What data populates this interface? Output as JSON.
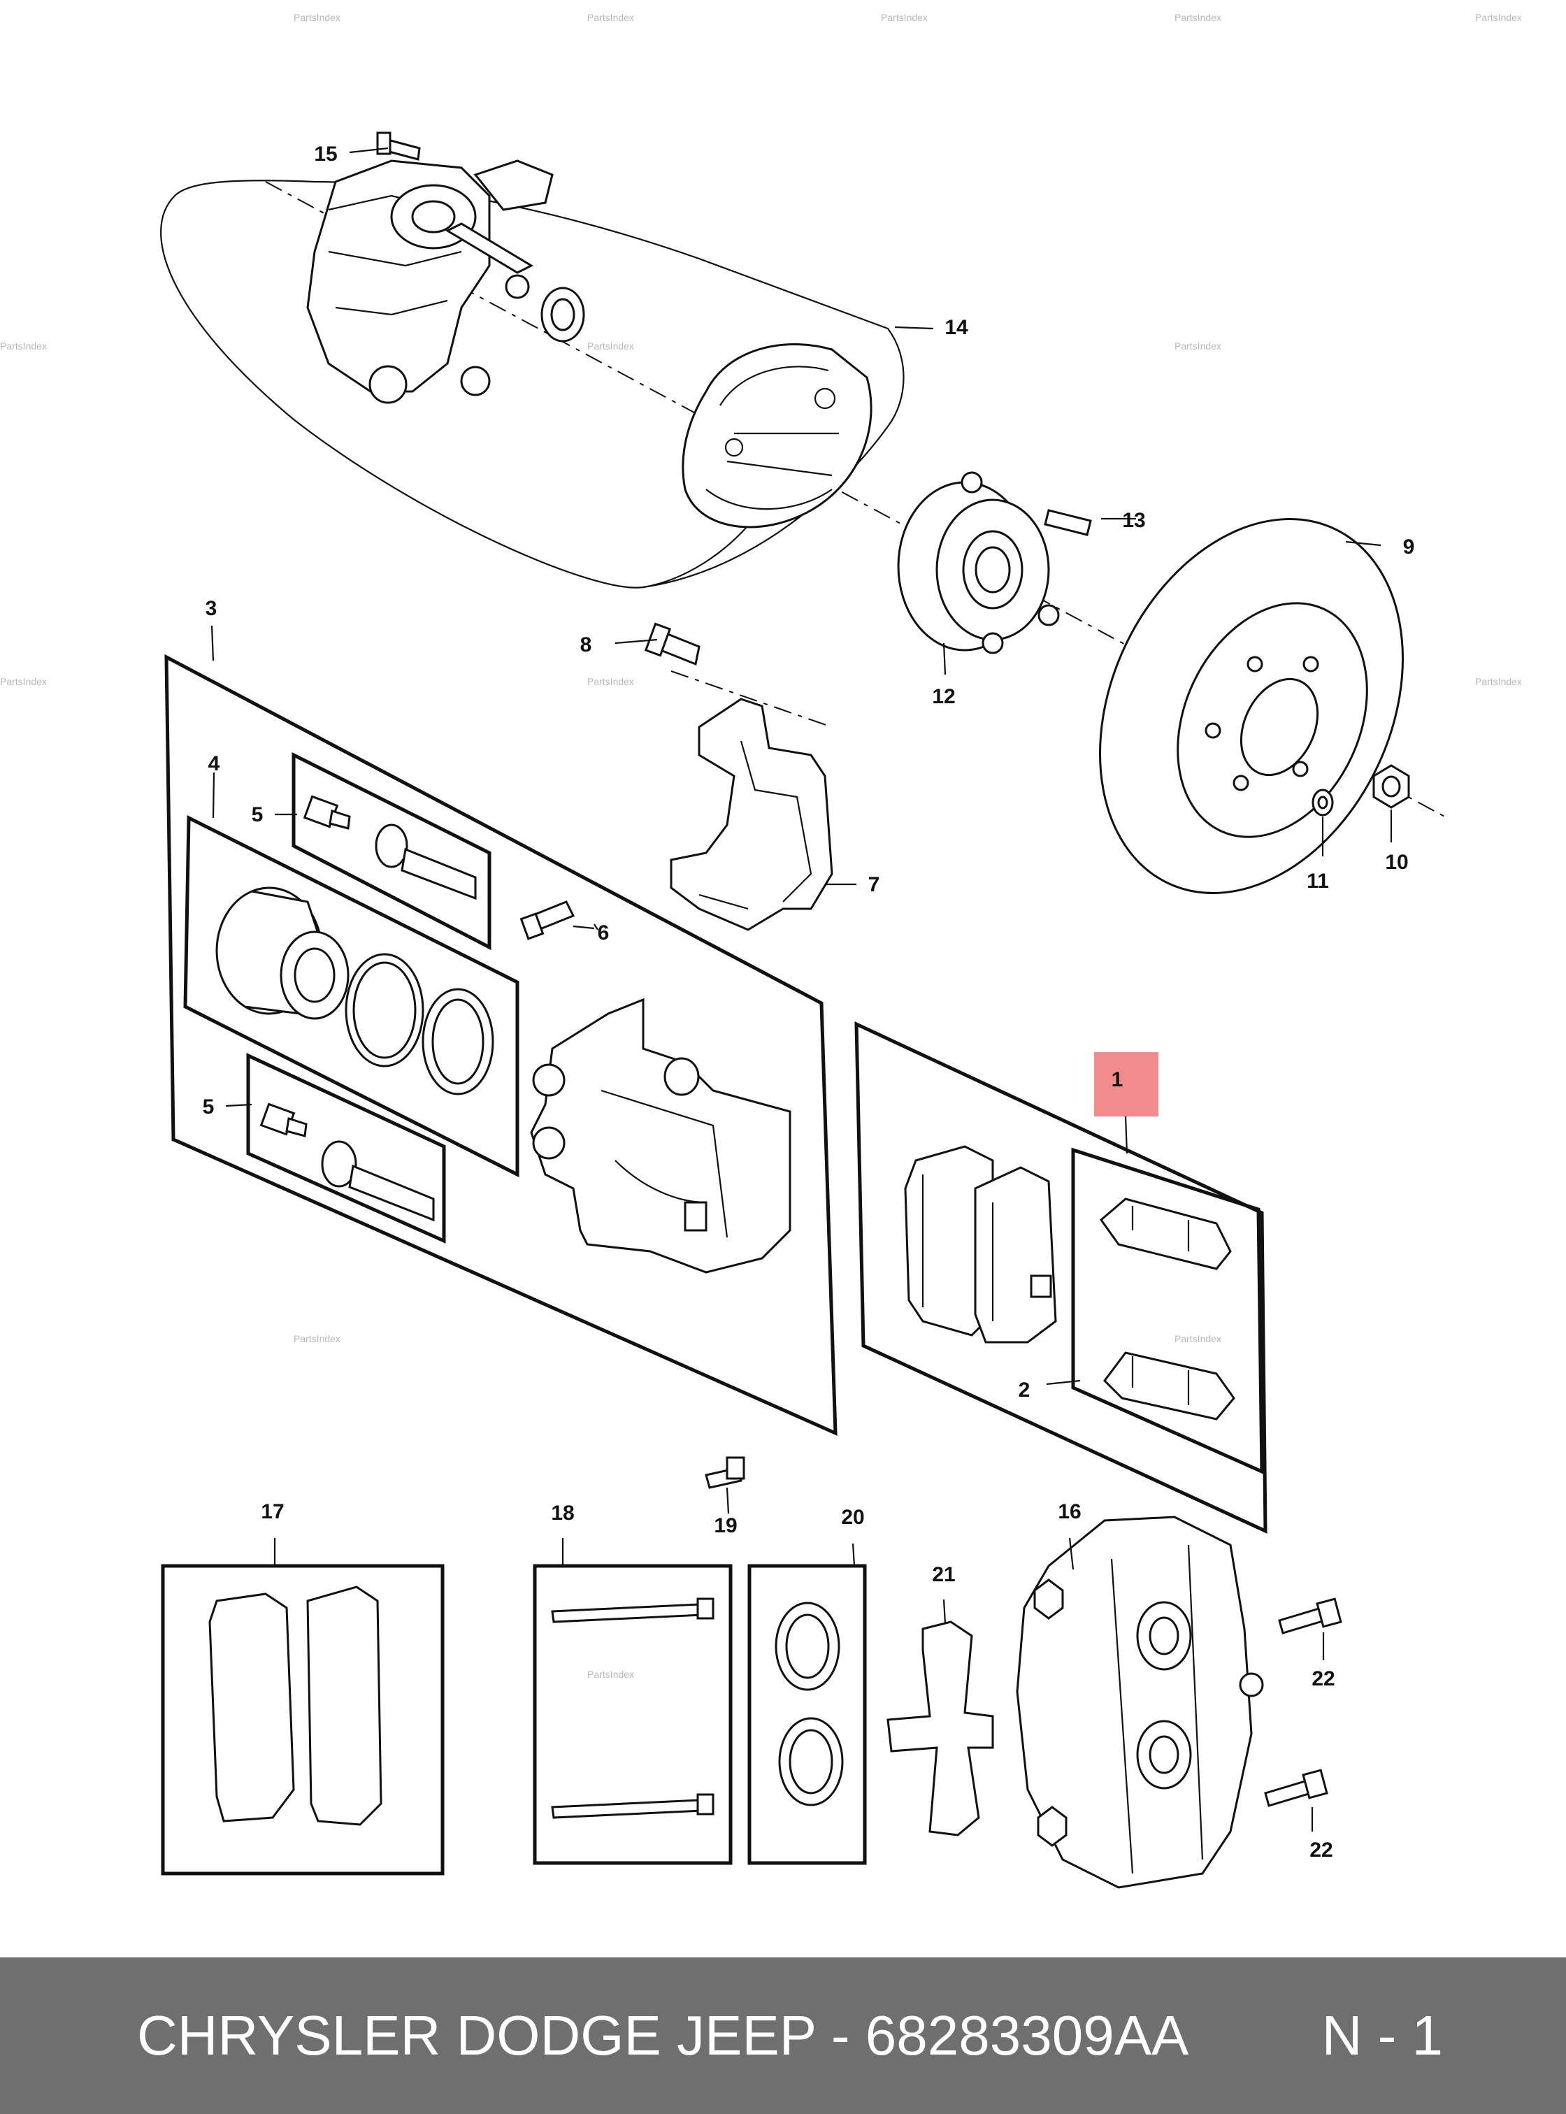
{
  "watermark": "PartsIndex",
  "highlight_color": "#f28b8b",
  "footer": {
    "title": "CHRYSLER DODGE JEEP - 68283309AA",
    "page": "N - 1",
    "background": "#6f6f6f"
  },
  "callouts": {
    "c1": "1",
    "c2": "2",
    "c3": "3",
    "c4": "4",
    "c5a": "5",
    "c5b": "5",
    "c6": "6",
    "c7": "7",
    "c8": "8",
    "c9": "9",
    "c10": "10",
    "c11": "11",
    "c12": "12",
    "c13": "13",
    "c14": "14",
    "c15": "15",
    "c16": "16",
    "c17": "17",
    "c18": "18",
    "c19": "19",
    "c20": "20",
    "c21": "21",
    "c22a": "22",
    "c22b": "22"
  }
}
